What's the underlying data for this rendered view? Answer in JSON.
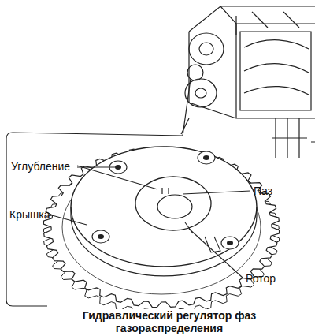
{
  "diagram": {
    "caption": "Гидравлический регулятор фаз газораспределения",
    "labels": [
      "Углубление",
      "Паз",
      "Крышка",
      "Ротор"
    ]
  }
}
